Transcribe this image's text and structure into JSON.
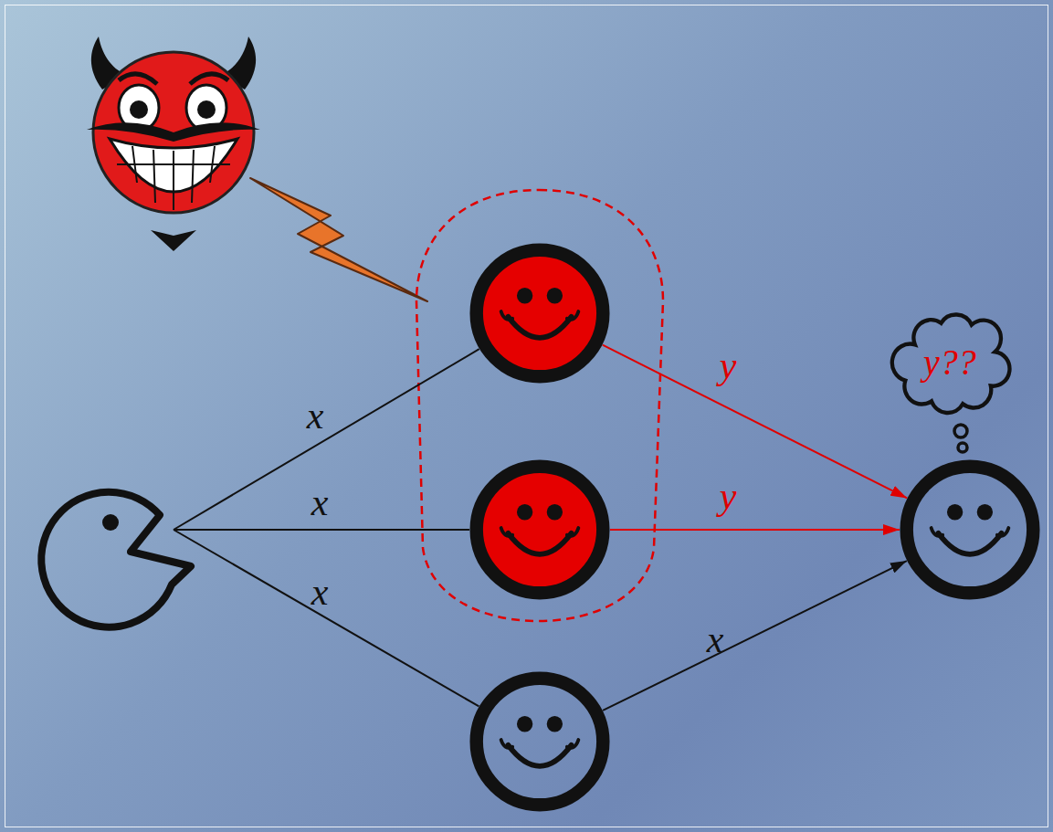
{
  "diagram": {
    "nodes": [
      {
        "text": []
      },
      {
        "text": []
      },
      {
        "text": []
      },
      {
        "text": []
      },
      {
        "text": [
          "y??"
        ]
      },
      {
        "text": []
      }
    ],
    "edges": [
      {
        "from": 0,
        "to": 1,
        "label": "x",
        "arrow": "none"
      },
      {
        "from": 0,
        "to": 2,
        "label": "x",
        "arrow": "none"
      },
      {
        "from": 0,
        "to": 3,
        "label": "x",
        "arrow": "none"
      },
      {
        "from": 1,
        "to": 5,
        "label": "y",
        "arrow": "to"
      },
      {
        "from": 2,
        "to": 5,
        "label": "y",
        "arrow": "to"
      },
      {
        "from": 3,
        "to": 5,
        "label": "x",
        "arrow": "to"
      }
    ]
  }
}
